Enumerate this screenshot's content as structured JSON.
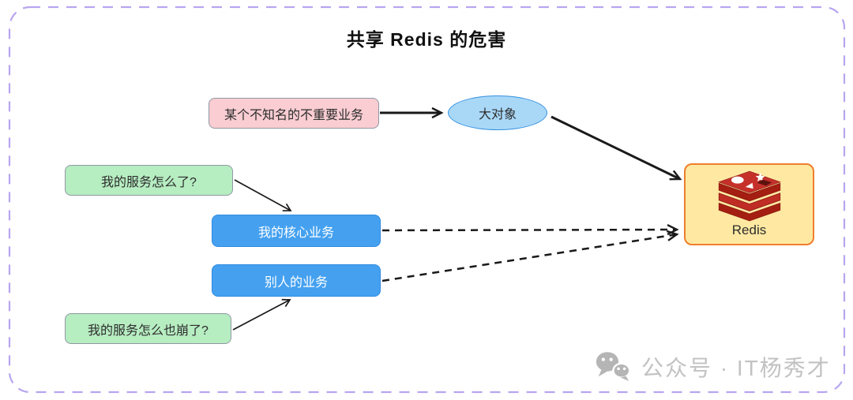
{
  "diagram": {
    "title": "共享 Redis 的危害",
    "frame_color": "#b8a5ef",
    "arrow_color": "#1a1a1a",
    "nodes": {
      "unknown_service": {
        "label": "某个不知名的不重要业务",
        "shape": "rounded-rect",
        "fill": "#f9cdd2",
        "border": "#8f98a3"
      },
      "big_object": {
        "label": "大对象",
        "shape": "ellipse",
        "fill": "#a9d8f7",
        "border": "#3590e0"
      },
      "my_service_question": {
        "label": "我的服务怎么了?",
        "shape": "rounded-rect",
        "fill": "#b6edc1",
        "border": "#8f98a3"
      },
      "my_core_business": {
        "label": "我的核心业务",
        "shape": "rounded-rect",
        "fill": "#45a1f0",
        "text_color": "#ffffff"
      },
      "others_business": {
        "label": "别人的业务",
        "shape": "rounded-rect",
        "fill": "#45a1f0",
        "text_color": "#ffffff"
      },
      "my_service_crashed_question": {
        "label": "我的服务怎么也崩了?",
        "shape": "rounded-rect",
        "fill": "#b6edc1",
        "border": "#8f98a3"
      },
      "redis": {
        "label": "Redis",
        "shape": "rounded-rect",
        "fill": "#ffe9a2",
        "border": "#ef7e2e",
        "icon": "redis-logo-icon"
      }
    },
    "edges": [
      {
        "from": "unknown_service",
        "to": "big_object",
        "style": "solid"
      },
      {
        "from": "big_object",
        "to": "redis",
        "style": "solid"
      },
      {
        "from": "my_service_question",
        "to": "my_core_business",
        "style": "solid"
      },
      {
        "from": "my_service_crashed_question",
        "to": "others_business",
        "style": "solid"
      },
      {
        "from": "my_core_business",
        "to": "redis",
        "style": "dashed"
      },
      {
        "from": "others_business",
        "to": "redis",
        "style": "dashed"
      }
    ]
  },
  "watermark": {
    "icon": "wechat-icon",
    "text": "公众号 · IT杨秀才",
    "color": "#c2c2c2"
  }
}
